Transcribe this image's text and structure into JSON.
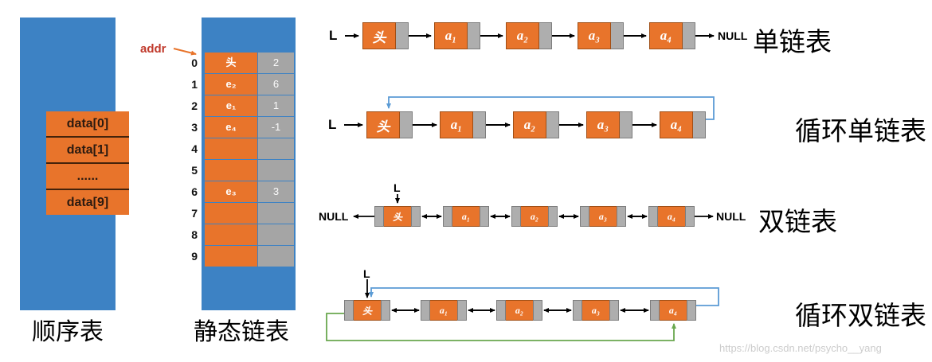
{
  "colors": {
    "panel_blue": "#3d82c4",
    "cell_orange": "#e8742b",
    "pointer_gray": "#aeaeae",
    "loop_blue": "#5b9bd5",
    "loop_green": "#6aa84f",
    "addr_red": "#c0392b"
  },
  "seq_list": {
    "label": "顺序表",
    "cells": [
      "data[0]",
      "data[1]",
      "......",
      "data[9]"
    ]
  },
  "static_list": {
    "label": "静态链表",
    "addr_label": "addr",
    "rows": [
      {
        "idx": "0",
        "data": "头",
        "cur": "2"
      },
      {
        "idx": "1",
        "data": "e₂",
        "cur": "6"
      },
      {
        "idx": "2",
        "data": "e₁",
        "cur": "1"
      },
      {
        "idx": "3",
        "data": "e₄",
        "cur": "-1"
      },
      {
        "idx": "4",
        "data": "",
        "cur": ""
      },
      {
        "idx": "5",
        "data": "",
        "cur": ""
      },
      {
        "idx": "6",
        "data": "e₃",
        "cur": "3"
      },
      {
        "idx": "7",
        "data": "",
        "cur": ""
      },
      {
        "idx": "8",
        "data": "",
        "cur": ""
      },
      {
        "idx": "9",
        "data": "",
        "cur": ""
      }
    ]
  },
  "diagrams": {
    "singly": {
      "label": "单链表",
      "pointer": "L",
      "nodes": [
        "头",
        "a₁",
        "a₂",
        "a₃",
        "a₄"
      ],
      "null_right": "NULL"
    },
    "circular_singly": {
      "label": "循环单链表",
      "pointer": "L",
      "nodes": [
        "头",
        "a₁",
        "a₂",
        "a₃",
        "a₄"
      ]
    },
    "doubly": {
      "label": "双链表",
      "pointer": "L",
      "null_left": "NULL",
      "nodes": [
        "头",
        "a₁",
        "a₂",
        "a₃",
        "a₄"
      ],
      "null_right": "NULL"
    },
    "circular_doubly": {
      "label": "循环双链表",
      "pointer": "L",
      "nodes": [
        "头",
        "a₁",
        "a₂",
        "a₃",
        "a₄"
      ]
    }
  },
  "watermark": "https://blog.csdn.net/psycho__yang"
}
